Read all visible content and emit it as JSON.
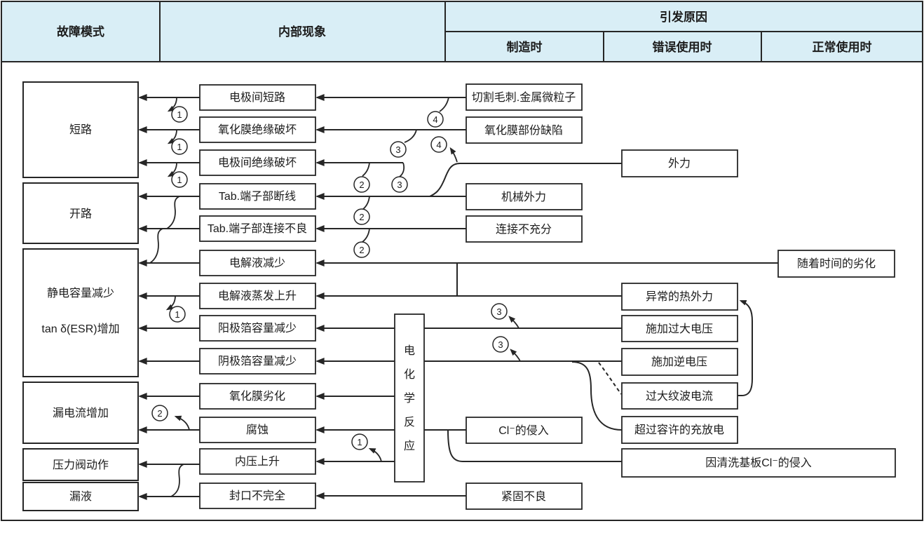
{
  "header": {
    "fault": "故障模式",
    "internal": "内部现象",
    "cause": "引发原因",
    "mfg": "制造时",
    "misuse": "错误使用时",
    "normal": "正常使用时"
  },
  "fault_modes": [
    "短路",
    "开路",
    "静电容量减少",
    "tan δ(ESR)增加",
    "漏电流增加",
    "压力阀动作",
    "漏液"
  ],
  "internal": [
    "电极间短路",
    "氧化膜绝缘破坏",
    "电极间绝缘破坏",
    "Tab.端子部断线",
    "Tab.端子部连接不良",
    "电解液减少",
    "电解液蒸发上升",
    "阳极箔容量减少",
    "阴极箔容量减少",
    "氧化膜劣化",
    "腐蚀",
    "内压上升",
    "封口不完全"
  ],
  "reaction": [
    "电",
    "化",
    "学",
    "反",
    "应"
  ],
  "mfg_causes": [
    "切割毛刺.金属微粒子",
    "氧化膜部份缺陷",
    "机械外力",
    "连接不充分",
    "Cl⁻的侵入",
    "紧固不良"
  ],
  "misuse_causes": [
    "外力",
    "异常的热外力",
    "施加过大电压",
    "施加逆电压",
    "过大纹波电流",
    "超过容许的充放电",
    "因清洗基板Cl⁻的侵入"
  ],
  "normal_causes": [
    "随着时间的劣化"
  ],
  "refs": [
    "1",
    "1",
    "1",
    "2",
    "3",
    "3",
    "4",
    "4",
    "2",
    "2",
    "1",
    "3",
    "3",
    "2",
    "1"
  ],
  "colors": {
    "header_bg": "#d9eef6",
    "line": "#262626"
  }
}
